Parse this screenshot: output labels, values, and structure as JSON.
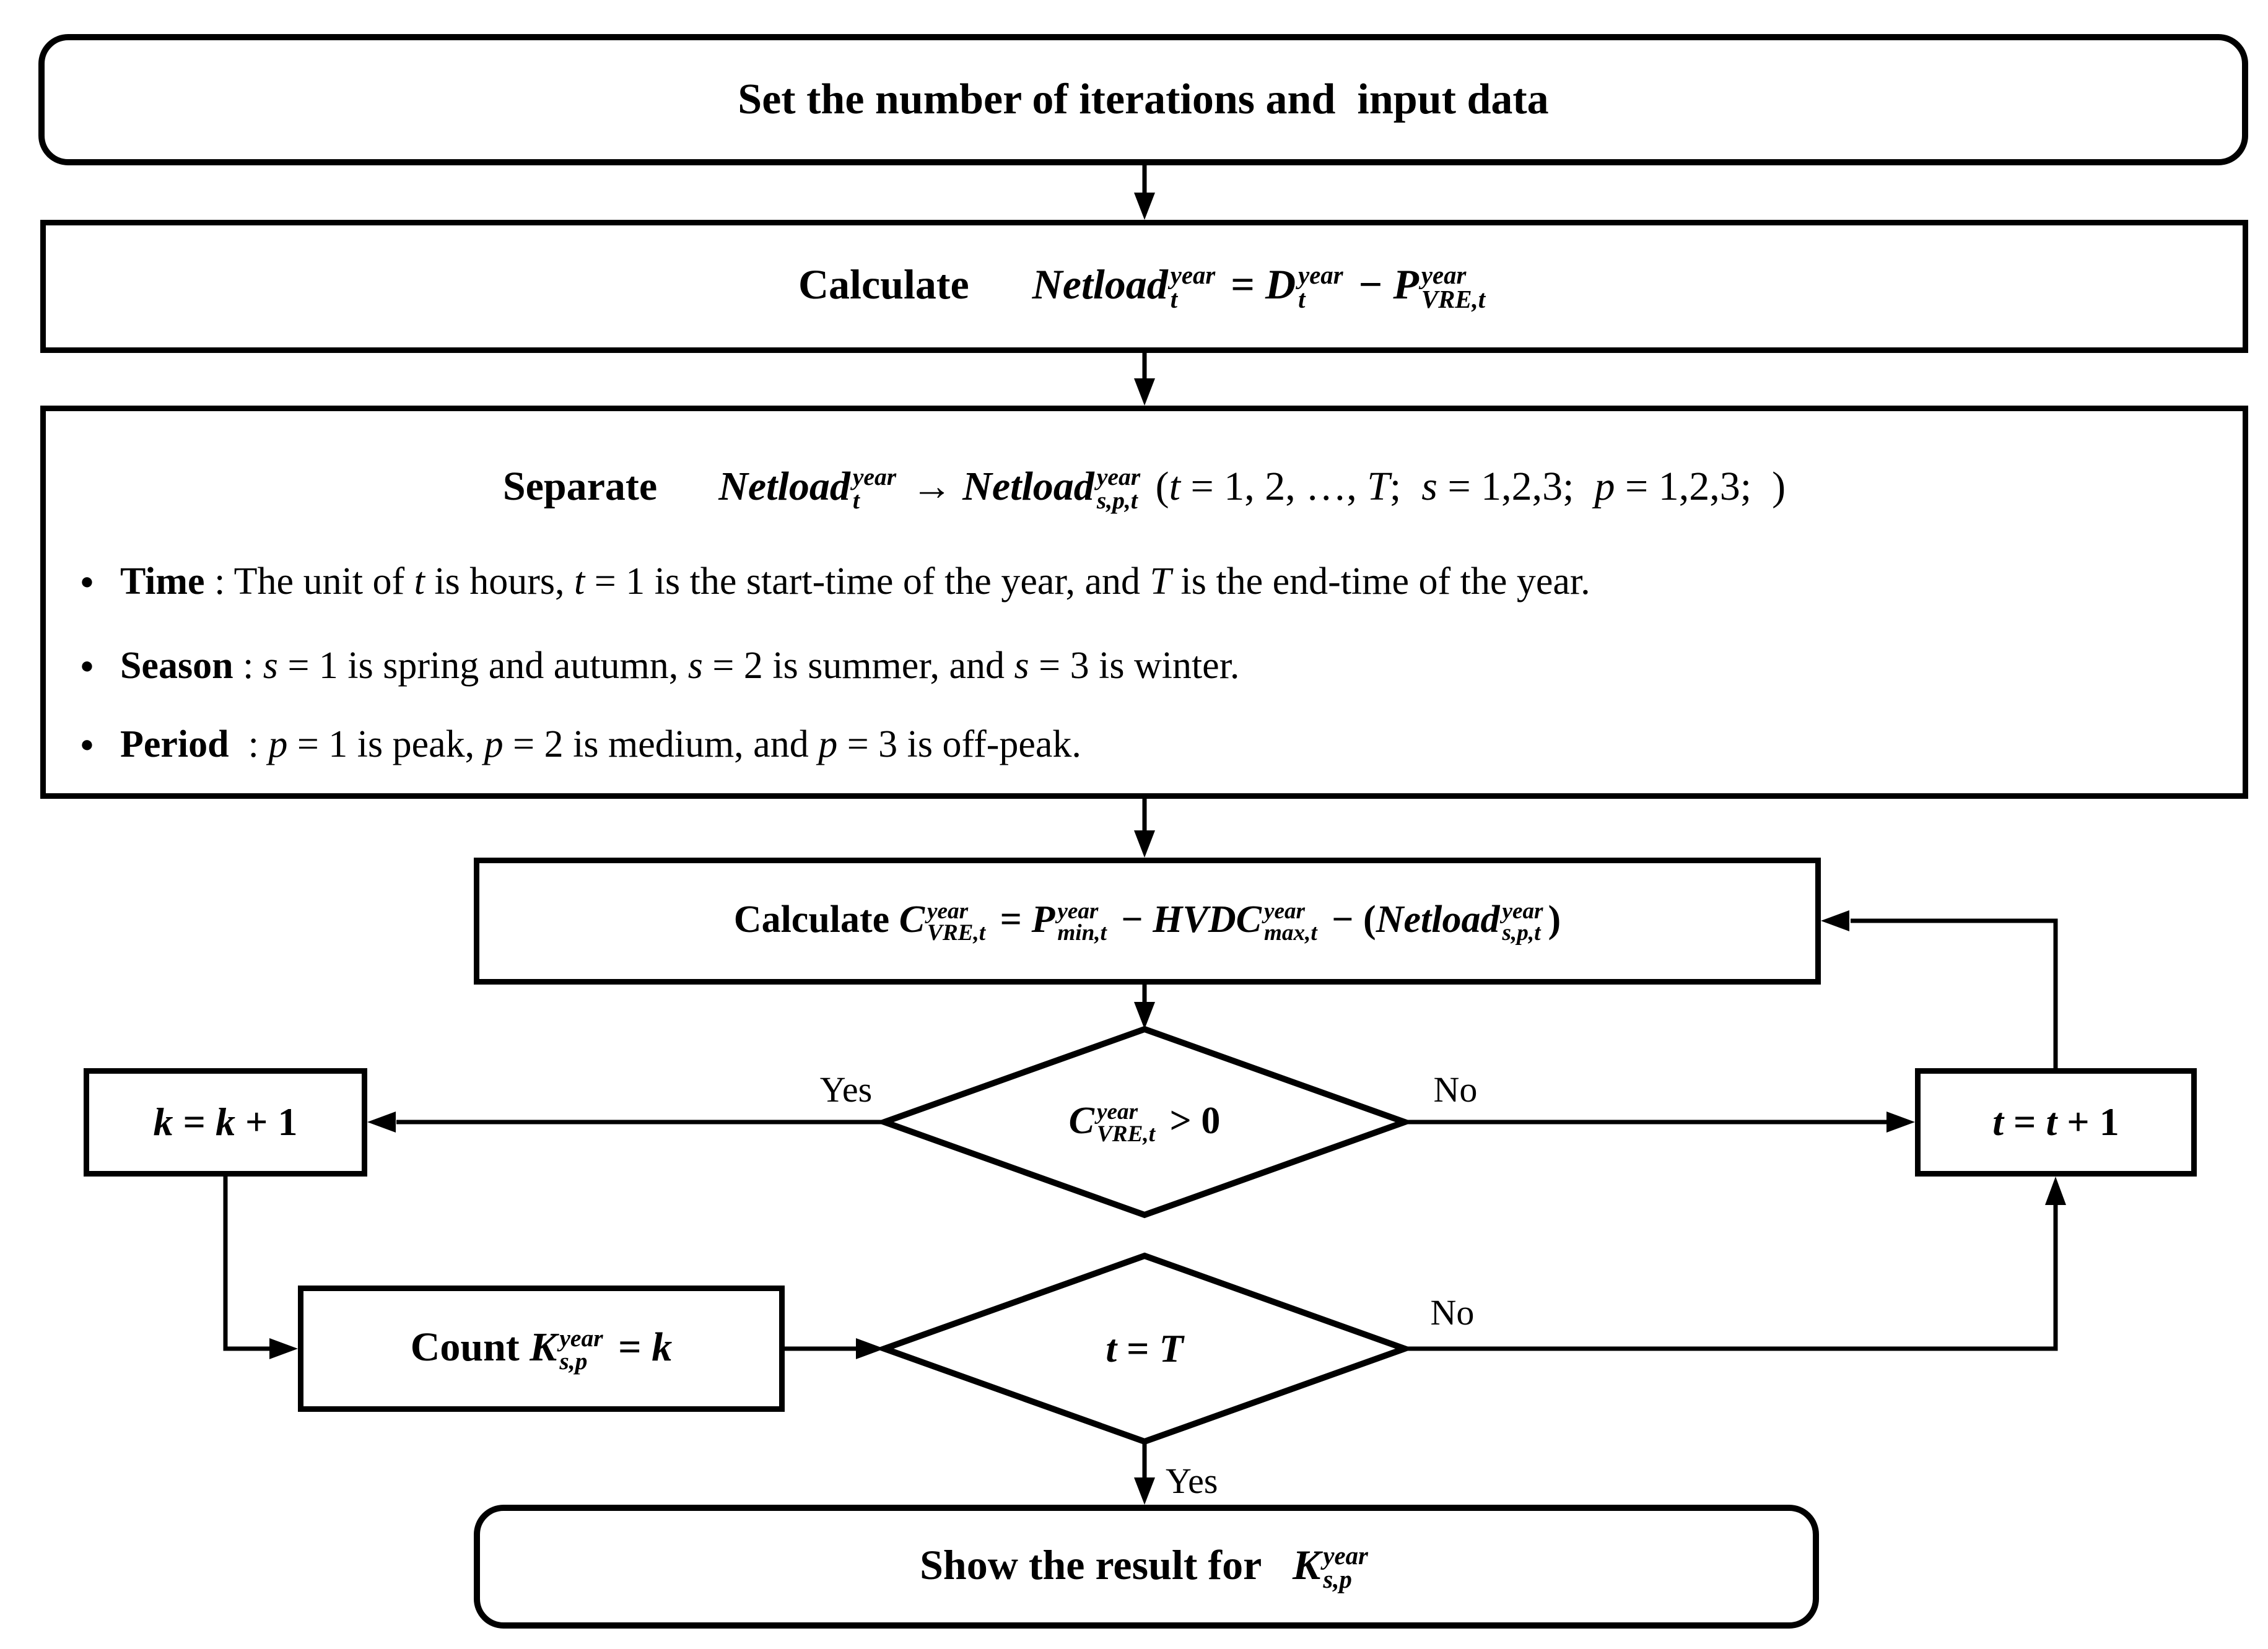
{
  "colors": {
    "stroke": "#000000",
    "background": "#ffffff",
    "text": "#000000"
  },
  "labels": {
    "yes": "Yes",
    "no": "No"
  },
  "start": {
    "text": "Set the number of iterations and  input data"
  },
  "calc_netload": {
    "tokens": [
      {
        "x": "Calculate",
        "s": "b"
      },
      {
        "x": "      ",
        "s": "r"
      },
      {
        "x": "Netload",
        "s": "bi",
        "sup": "year",
        "sub": "t"
      },
      {
        "x": " = ",
        "s": "b"
      },
      {
        "x": "D",
        "s": "bi",
        "sup": "year",
        "sub": "t"
      },
      {
        "x": " − ",
        "s": "b"
      },
      {
        "x": "P",
        "s": "bi",
        "sup": "year",
        "sub": "VRE,t"
      }
    ]
  },
  "separate": {
    "tokens": [
      {
        "x": "Separate",
        "s": "b"
      },
      {
        "x": "      ",
        "s": "r"
      },
      {
        "x": "Netload",
        "s": "bi",
        "sup": "year",
        "sub": "t"
      },
      {
        "x": " → ",
        "s": "b"
      },
      {
        "x": "Netload",
        "s": "bi",
        "sup": "year",
        "sub": "s,p,t"
      },
      {
        "x": " (",
        "s": "r"
      },
      {
        "x": "t",
        "s": "i"
      },
      {
        "x": " = 1, 2, …, ",
        "s": "r"
      },
      {
        "x": "T",
        "s": "i"
      },
      {
        "x": ";  ",
        "s": "r"
      },
      {
        "x": "s",
        "s": "i"
      },
      {
        "x": " = 1,2,3;  ",
        "s": "r"
      },
      {
        "x": "p",
        "s": "i"
      },
      {
        "x": " = 1,2,3;  )",
        "s": "r"
      }
    ],
    "bullets": [
      {
        "tokens": [
          {
            "x": "Time",
            "s": "b"
          },
          {
            "x": " : The unit of ",
            "s": "r"
          },
          {
            "x": "t",
            "s": "i"
          },
          {
            "x": " is hours, ",
            "s": "r"
          },
          {
            "x": "t",
            "s": "i"
          },
          {
            "x": " = 1 is the start-time of the year, and ",
            "s": "r"
          },
          {
            "x": "T",
            "s": "i"
          },
          {
            "x": " is the end-time of the year.",
            "s": "r"
          }
        ]
      },
      {
        "tokens": [
          {
            "x": "Season",
            "s": "b"
          },
          {
            "x": " : ",
            "s": "r"
          },
          {
            "x": "s",
            "s": "i"
          },
          {
            "x": " = 1 is spring and autumn, ",
            "s": "r"
          },
          {
            "x": "s",
            "s": "i"
          },
          {
            "x": " = 2 is summer, and ",
            "s": "r"
          },
          {
            "x": "s",
            "s": "i"
          },
          {
            "x": " = 3 is winter.",
            "s": "r"
          }
        ]
      },
      {
        "tokens": [
          {
            "x": "Period",
            "s": "b"
          },
          {
            "x": "  : ",
            "s": "r"
          },
          {
            "x": "p",
            "s": "i"
          },
          {
            "x": " = 1 is peak, ",
            "s": "r"
          },
          {
            "x": "p",
            "s": "i"
          },
          {
            "x": " = 2 is medium, and ",
            "s": "r"
          },
          {
            "x": "p",
            "s": "i"
          },
          {
            "x": " = 3 is off-peak.",
            "s": "r"
          }
        ]
      }
    ]
  },
  "calc_curtailment": {
    "tokens": [
      {
        "x": "Calculate ",
        "s": "b"
      },
      {
        "x": "C",
        "s": "bi",
        "sup": "year",
        "sub": "VRE,t"
      },
      {
        "x": " = ",
        "s": "b"
      },
      {
        "x": "P",
        "s": "bi",
        "sup": "year",
        "sub": "min,t"
      },
      {
        "x": " − ",
        "s": "b"
      },
      {
        "x": "HVDC",
        "s": "bi",
        "sup": "year",
        "sub": "max,t"
      },
      {
        "x": " − ",
        "s": "b"
      },
      {
        "x": "(",
        "s": "b"
      },
      {
        "x": "Netload",
        "s": "bi",
        "sup": "year",
        "sub": "s,p,t"
      },
      {
        "x": ")",
        "s": "b"
      }
    ]
  },
  "decision_curtailment": {
    "tokens": [
      {
        "x": "C",
        "s": "bi",
        "sup": "year",
        "sub": "VRE,t"
      },
      {
        "x": " > 0",
        "s": "b"
      }
    ]
  },
  "k_increment": {
    "tokens": [
      {
        "x": "k",
        "s": "bi"
      },
      {
        "x": " = ",
        "s": "b"
      },
      {
        "x": "k",
        "s": "bi"
      },
      {
        "x": " + 1",
        "s": "b"
      }
    ]
  },
  "t_increment": {
    "tokens": [
      {
        "x": "t",
        "s": "bi"
      },
      {
        "x": " = ",
        "s": "b"
      },
      {
        "x": "t",
        "s": "bi"
      },
      {
        "x": " + 1",
        "s": "b"
      }
    ]
  },
  "count": {
    "tokens": [
      {
        "x": "Count ",
        "s": "b"
      },
      {
        "x": "K",
        "s": "bi",
        "sup": "year",
        "sub": "s,p"
      },
      {
        "x": " = ",
        "s": "b"
      },
      {
        "x": "k",
        "s": "bi"
      }
    ]
  },
  "decision_end": {
    "tokens": [
      {
        "x": "t",
        "s": "bi"
      },
      {
        "x": " = ",
        "s": "b"
      },
      {
        "x": "T",
        "s": "bi"
      }
    ]
  },
  "result": {
    "tokens": [
      {
        "x": "Show the result for   ",
        "s": "b"
      },
      {
        "x": "K",
        "s": "bi",
        "sup": "year",
        "sub": "s,p"
      }
    ]
  }
}
